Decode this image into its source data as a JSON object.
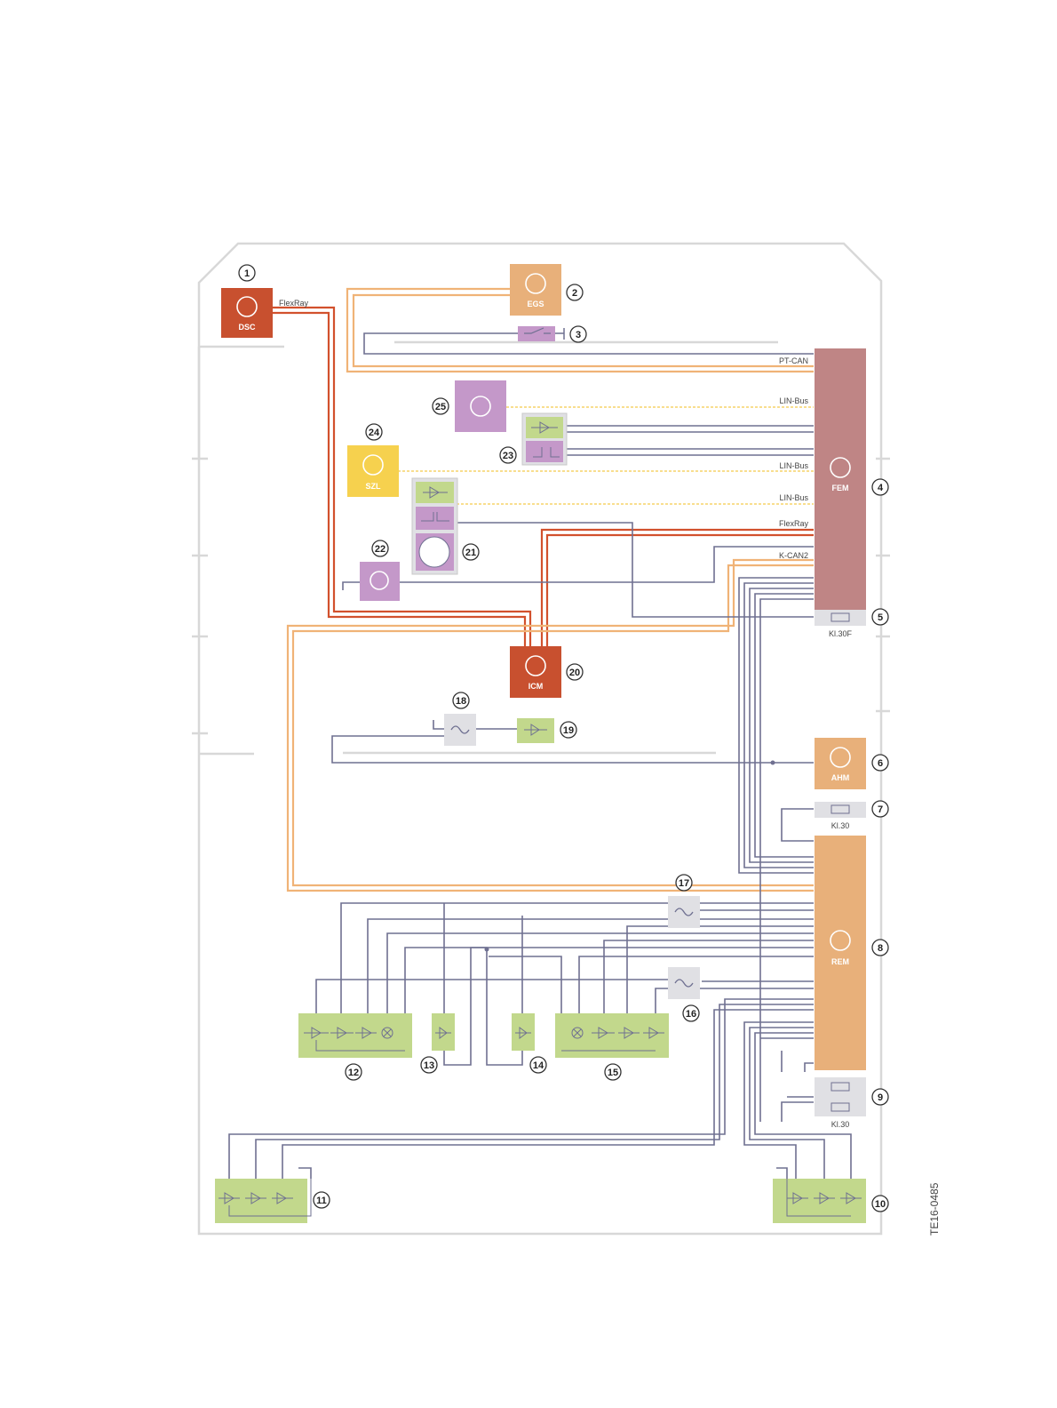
{
  "labels": {
    "flexray_top": "FlexRay",
    "pt_can": "PT-CAN",
    "lin_bus_1": "LIN-Bus",
    "lin_bus_2": "LIN-Bus",
    "lin_bus_3": "LIN-Bus",
    "flexray": "FlexRay",
    "k_can2": "K-CAN2",
    "kl30f": "Kl.30F",
    "kl30_a": "Kl.30",
    "kl30_b": "Kl.30"
  },
  "modules": {
    "dsc": "DSC",
    "egs": "EGS",
    "fem": "FEM",
    "szl": "SZL",
    "icm": "ICM",
    "ahm": "AHM",
    "rem": "REM"
  },
  "callouts": [
    "1",
    "2",
    "3",
    "4",
    "5",
    "6",
    "7",
    "8",
    "9",
    "10",
    "11",
    "12",
    "13",
    "14",
    "15",
    "16",
    "17",
    "18",
    "19",
    "20",
    "21",
    "22",
    "23",
    "24",
    "25"
  ],
  "figure_id": "TE16-0485",
  "colors": {
    "flexray": "#d2512d",
    "can": "#f0b377",
    "lin": "#f6d36a",
    "wire": "#6f7091",
    "outline": "#d8d8d8",
    "dsc": "#c8502f",
    "egs": "#e8b07a",
    "fem": "#bf8585",
    "szl": "#f6d14e",
    "icm": "#c8502f",
    "ahm": "#e8b07a",
    "rem": "#e8b07a",
    "purple": "#c498c9",
    "green": "#c2d88c",
    "grey_box": "#e0e0e4"
  }
}
